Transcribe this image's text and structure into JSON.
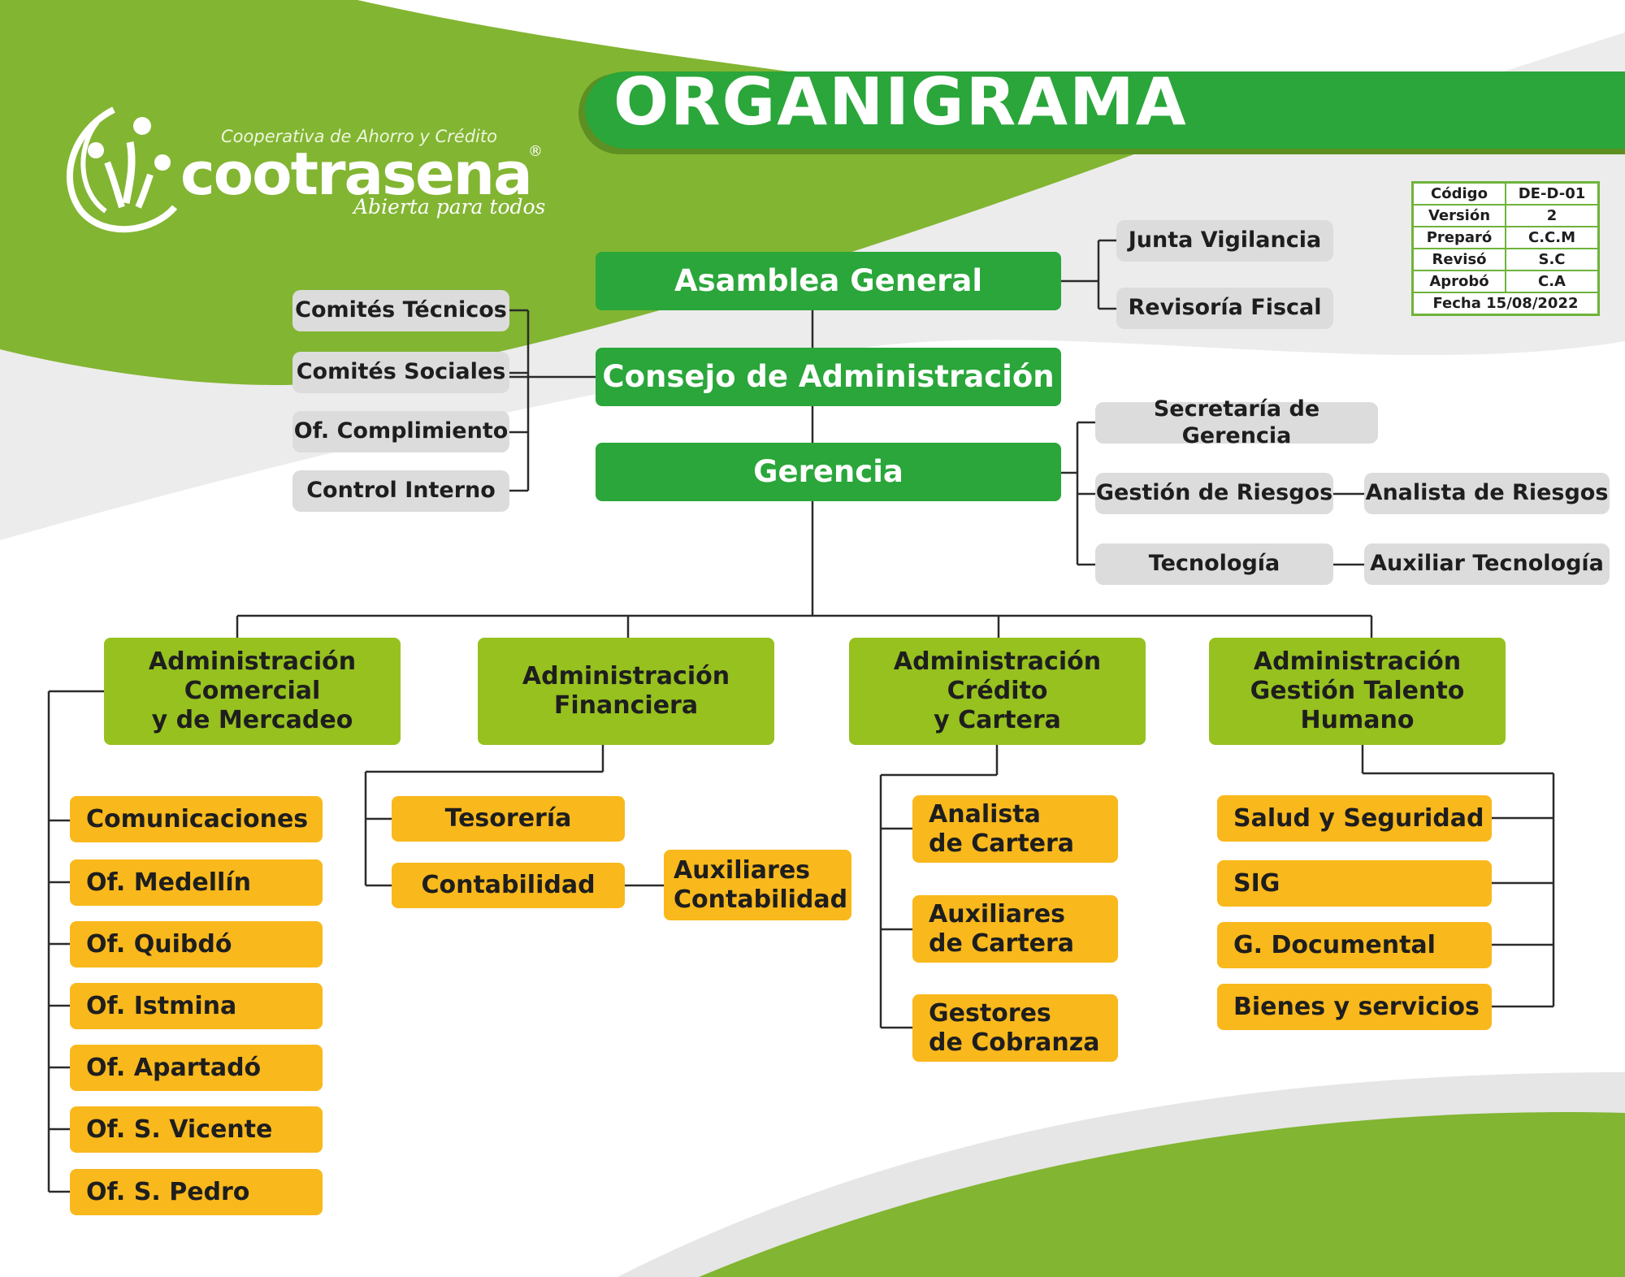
{
  "title": "ORGANIGRAMA",
  "logo": {
    "tagline": "Cooperativa de Ahorro y Crédito",
    "name": "cootrasena",
    "registered": "®",
    "slogan": "Abierta para todos"
  },
  "doc_control": {
    "rows": [
      {
        "label": "Código",
        "value": "DE-D-01"
      },
      {
        "label": "Versión",
        "value": "2"
      },
      {
        "label": "Preparó",
        "value": "C.C.M"
      },
      {
        "label": "Revisó",
        "value": "S.C"
      },
      {
        "label": "Aprobó",
        "value": "C.A"
      }
    ],
    "fecha": "Fecha 15/08/2022"
  },
  "main": {
    "asamblea": "Asamblea  General",
    "consejo": "Consejo de  Administración",
    "gerencia": "Gerencia"
  },
  "oversight": [
    "Junta Vigilancia",
    "Revisoría Fiscal"
  ],
  "committees": [
    "Comités Técnicos",
    "Comités Sociales",
    "Of. Complimiento",
    "Control Interno"
  ],
  "staff": {
    "secretaria": "Secretaría de Gerencia",
    "riesgos": "Gestión de Riesgos",
    "analista_riesgos": "Analista de Riesgos",
    "tecnologia": "Tecnología",
    "auxiliar_tecnologia": "Auxiliar Tecnología"
  },
  "departments": [
    {
      "name": "Administración\nComercial\ny de Mercadeo",
      "units": [
        "Comunicaciones",
        "Of. Medellín",
        "Of. Quibdó",
        "Of. Istmina",
        "Of. Apartadó",
        "Of. S. Vicente",
        "Of. S. Pedro"
      ]
    },
    {
      "name": "Administración\nFinanciera",
      "units": [
        "Tesorería",
        "Contabilidad"
      ],
      "sub": "Auxiliares\nContabilidad"
    },
    {
      "name": "Administración\nCrédito\ny Cartera",
      "units": [
        "Analista\nde Cartera",
        "Auxiliares\nde Cartera",
        "Gestores\nde Cobranza"
      ]
    },
    {
      "name": "Administración\nGestión Talento\nHumano",
      "units": [
        "Salud y Seguridad",
        "SIG",
        "G. Documental",
        "Bienes y servicios"
      ]
    }
  ],
  "colors": {
    "primary_green": "#2aa63a",
    "lime": "#96c11f",
    "orange": "#f9b81c",
    "gray_box": "#dcdcdc",
    "line": "#2b2b2b"
  }
}
